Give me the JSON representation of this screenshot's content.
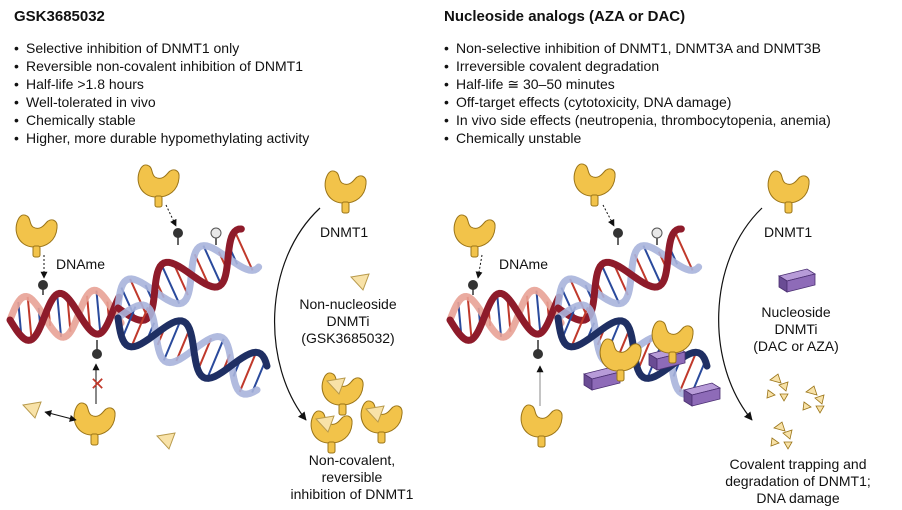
{
  "left": {
    "title": "GSK3685032",
    "bullets": [
      "Selective inhibition of DNMT1 only",
      "Reversible non-covalent inhibition of DNMT1",
      "Half-life >1.8 hours",
      "Well-tolerated in vivo",
      "Chemically stable",
      "Higher, more durable hypomethylating activity"
    ],
    "dname_label": "DNAme",
    "dnmt1_label": "DNMT1",
    "inhibitor_label": [
      "Non-nucleoside",
      "DNMTi",
      "(GSK3685032)"
    ],
    "outcome_label": [
      "Non-covalent,",
      "reversible",
      "inhibition of DNMT1"
    ]
  },
  "right": {
    "title": "Nucleoside analogs (AZA or DAC)",
    "bullets": [
      "Non-selective inhibition of DNMT1, DNMT3A and DNMT3B",
      "Irreversible covalent degradation",
      "Half-life ≅ 30–50 minutes",
      "Off-target effects (cytotoxicity, DNA damage)",
      "In vivo side effects (neutropenia, thrombocytopenia, anemia)",
      "Chemically unstable"
    ],
    "dname_label": "DNAme",
    "dnmt1_label": "DNMT1",
    "inhibitor_label": [
      "Nucleoside",
      "DNMTi",
      "(DAC or AZA)"
    ],
    "outcome_label": [
      "Covalent trapping and",
      "degradation of DNMT1;",
      "DNA damage"
    ]
  },
  "colors": {
    "enzyme": "#f2c34a",
    "enzyme_stroke": "#9a7418",
    "inhibitor_tri": "#f8e2a8",
    "nucleoside": "#8e6bb8",
    "strand_red": "#8e1b2a",
    "strand_pink": "#e8a296",
    "strand_navy": "#1f2f63",
    "strand_lavender": "#a8b4dc",
    "block_red": "#c0392b",
    "methyl": "#333333"
  }
}
